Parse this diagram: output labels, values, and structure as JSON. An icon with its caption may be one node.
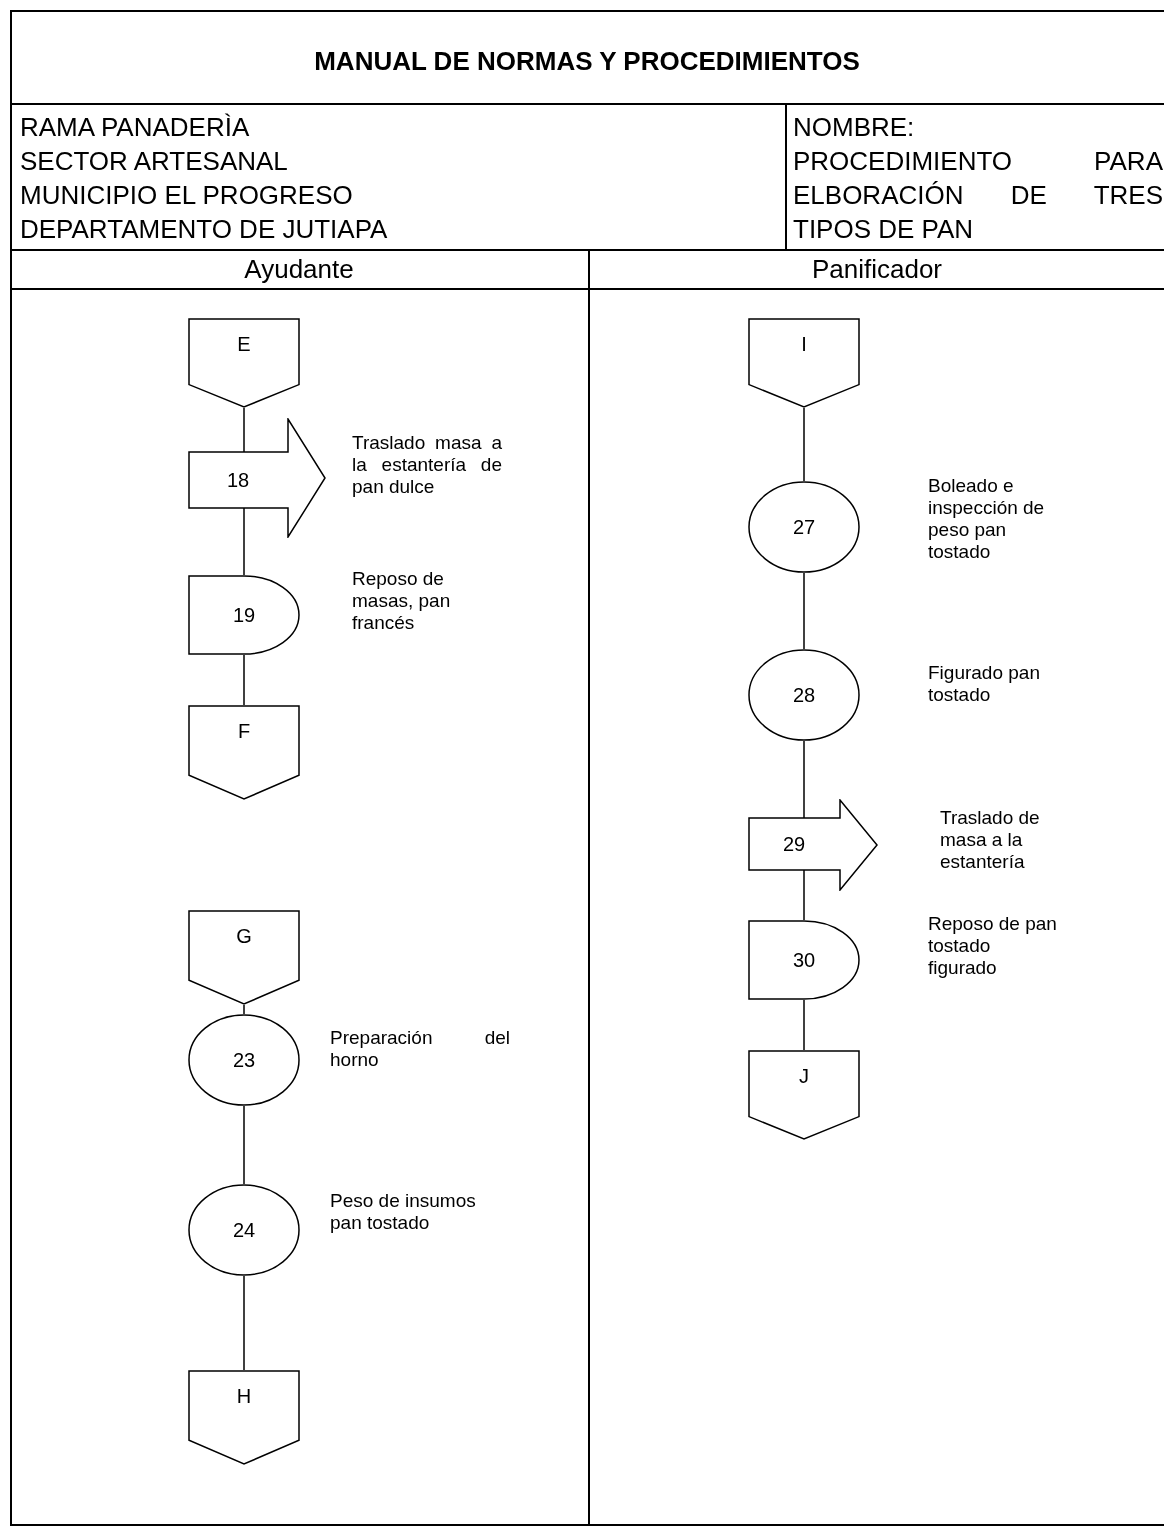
{
  "diagram": {
    "title": "MANUAL DE NORMAS Y PROCEDIMIENTOS",
    "nodes": [
      {
        "text": [
          "Ayudante"
        ]
      },
      {
        "text": [
          "Panificador"
        ]
      },
      {
        "text": [
          "E"
        ],
        "in": 0
      },
      {
        "text": [
          "18"
        ],
        "in": 0,
        "beside": [
          "Traslado masa a la estantería de pan dulce"
        ]
      },
      {
        "text": [
          "19"
        ],
        "in": 0,
        "beside": [
          "Reposo de masas, pan francés"
        ]
      },
      {
        "text": [
          "F"
        ],
        "in": 0
      },
      {
        "text": [
          "G"
        ],
        "in": 0
      },
      {
        "text": [
          "23"
        ],
        "in": 0,
        "beside": [
          "Preparación del horno"
        ]
      },
      {
        "text": [
          "24"
        ],
        "in": 0,
        "beside": [
          "Peso de insumos pan tostado"
        ]
      },
      {
        "text": [
          "H"
        ],
        "in": 0
      },
      {
        "text": [
          "I"
        ],
        "in": 1
      },
      {
        "text": [
          "27"
        ],
        "in": 1,
        "beside": [
          "Boleado e inspección de peso pan tostado"
        ]
      },
      {
        "text": [
          "28"
        ],
        "in": 1,
        "beside": [
          "Figurado pan tostado"
        ]
      },
      {
        "text": [
          "29"
        ],
        "in": 1,
        "beside": [
          "Traslado de masa a la estantería"
        ]
      },
      {
        "text": [
          "30"
        ],
        "in": 1,
        "beside": [
          "Reposo de pan tostado figurado"
        ]
      },
      {
        "text": [
          "J"
        ],
        "in": 1
      }
    ],
    "edges": [
      {
        "from": 2,
        "to": 3,
        "arrow": "none"
      },
      {
        "from": 3,
        "to": 4,
        "arrow": "none"
      },
      {
        "from": 4,
        "to": 5,
        "arrow": "none"
      },
      {
        "from": 6,
        "to": 7,
        "arrow": "none"
      },
      {
        "from": 7,
        "to": 8,
        "arrow": "none"
      },
      {
        "from": 8,
        "to": 9,
        "arrow": "none"
      },
      {
        "from": 10,
        "to": 11,
        "arrow": "none"
      },
      {
        "from": 11,
        "to": 12,
        "arrow": "none"
      },
      {
        "from": 12,
        "to": 13,
        "arrow": "none"
      },
      {
        "from": 13,
        "to": 14,
        "arrow": "none"
      },
      {
        "from": 14,
        "to": 15,
        "arrow": "none"
      }
    ],
    "labels": [
      "RAMA PANADERÌA",
      "SECTOR ARTESANAL",
      "MUNICIPIO EL PROGRESO",
      "DEPARTAMENTO DE JUTIAPA",
      "NOMBRE:",
      "PROCEDIMIENTO PARA ELBORACIÓN DE TRES TIPOS DE PAN"
    ]
  }
}
